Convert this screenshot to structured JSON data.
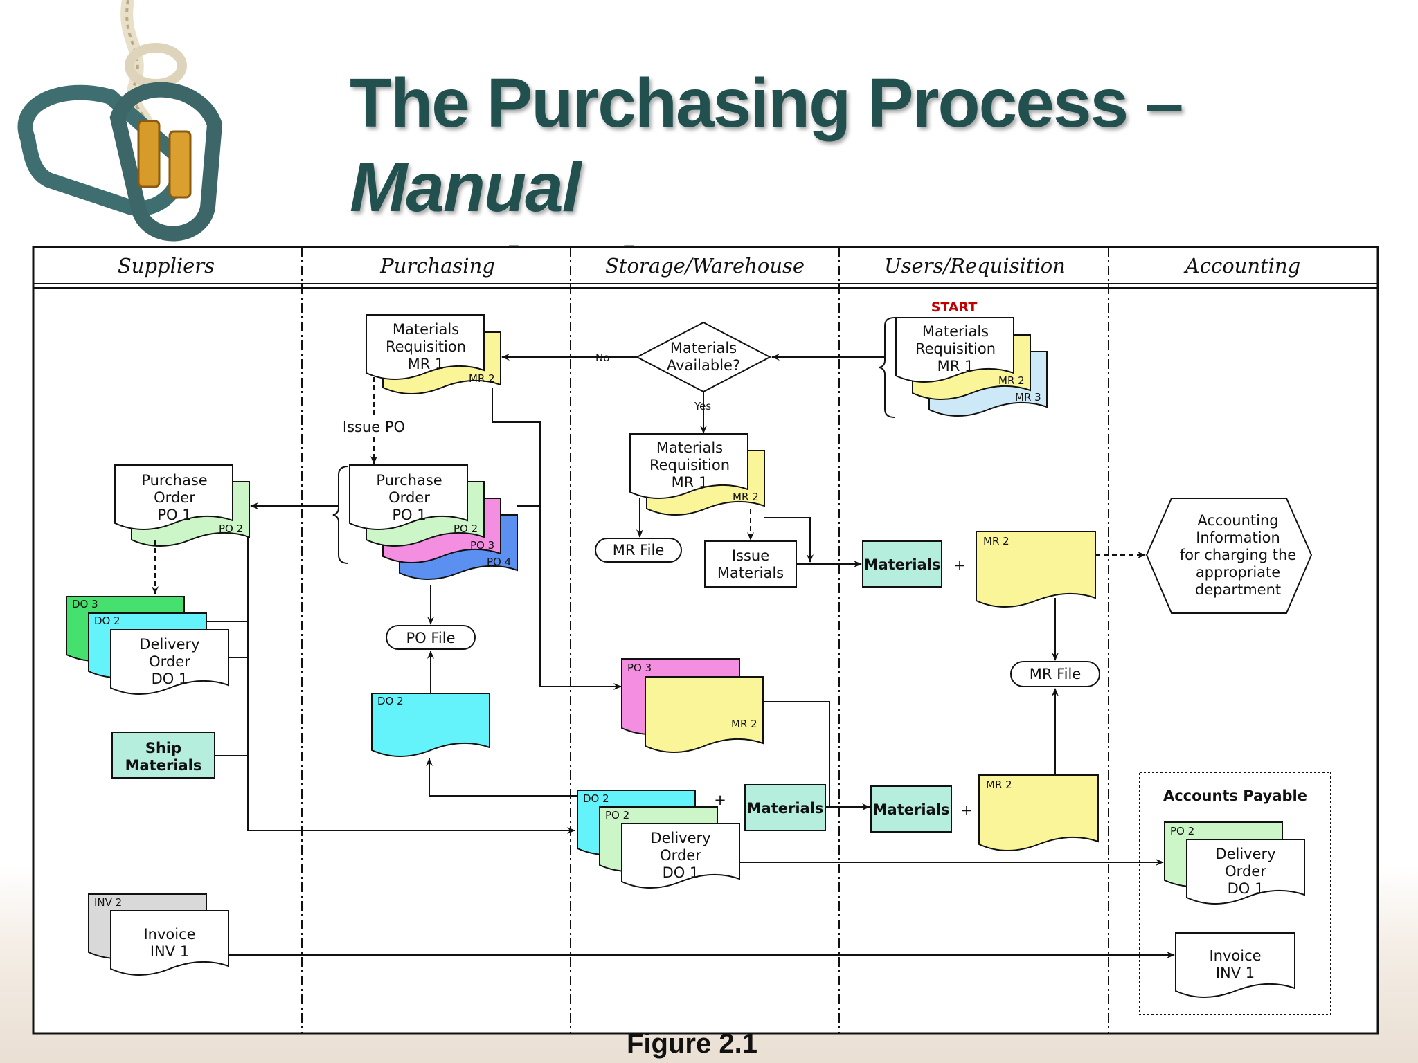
{
  "title": {
    "line1": "The Purchasing Process – ",
    "italic1": "Manual",
    "italic2": "Purchasing"
  },
  "caption": "Figure 2.1",
  "lanes": [
    "Suppliers",
    "Purchasing",
    "Storage/Warehouse",
    "Users/Requisition",
    "Accounting"
  ],
  "labels": {
    "start": "START",
    "mr_line1": "Materials",
    "mr_line2": "Requisition",
    "mr1": "MR 1",
    "mr2": "MR 2",
    "mr3": "MR 3",
    "decision_line1": "Materials",
    "decision_line2": "Available?",
    "no": "No",
    "yes": "Yes",
    "issue_po": "Issue PO",
    "po_line1": "Purchase",
    "po_line2": "Order",
    "po1": "PO 1",
    "po2": "PO 2",
    "po3": "PO 3",
    "po4": "PO 4",
    "mr_file": "MR File",
    "po_file": "PO File",
    "issue_line1": "Issue",
    "issue_line2": "Materials",
    "materials": "Materials",
    "plus": "+",
    "acct_l1": "Accounting",
    "acct_l2": "Information",
    "acct_l3": "for charging the",
    "acct_l4": "appropriate",
    "acct_l5": "department",
    "do_line1": "Delivery",
    "do_line2": "Order",
    "do1": "DO 1",
    "do2": "DO 2",
    "do3": "DO 3",
    "ship_line1": "Ship",
    "ship_line2": "Materials",
    "invoice": "Invoice",
    "inv1": "INV 1",
    "inv2": "INV 2",
    "accounts_payable": "Accounts Payable"
  },
  "colors": {
    "title": "#22504f",
    "yellow": "#fbf59a",
    "blue": "#cde8f7",
    "green": "#ccf5c8",
    "pink": "#f48ee1",
    "royal": "#5b8ff0",
    "cyan": "#64f2fb",
    "dgreen": "#45e06d",
    "teal": "#b6eedd",
    "grey": "#d9d9d9",
    "start": "#c00000"
  }
}
